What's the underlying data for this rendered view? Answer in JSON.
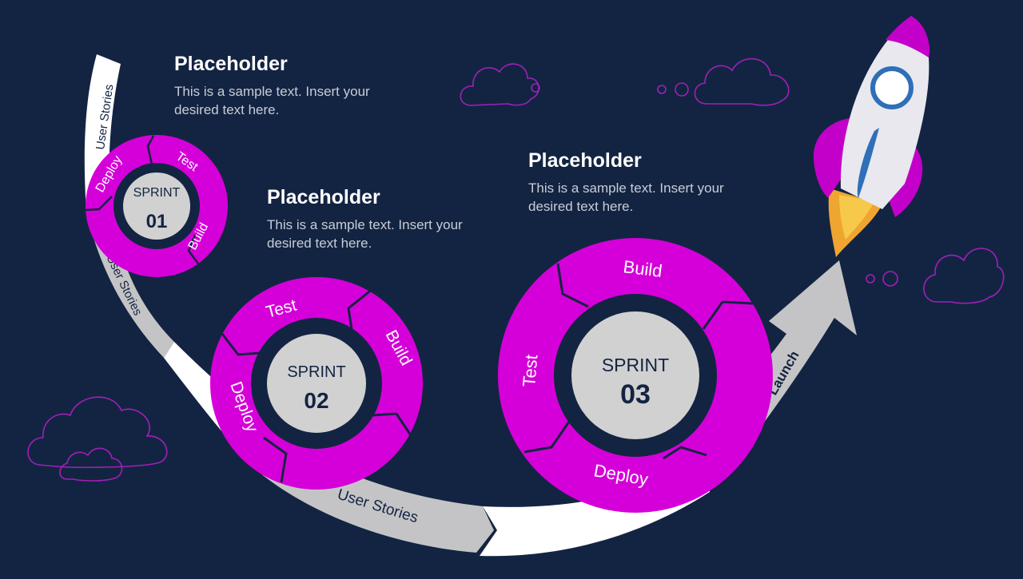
{
  "colors": {
    "background": "#132442",
    "magenta": "#d500d9",
    "arrow_gray": "#c4c4c6",
    "arrow_white": "#ffffff",
    "hub_gray": "#d1d1d1",
    "cloud_outline": "#a020b8",
    "rocket_body": "#e8e8ee",
    "rocket_fin": "#c300c9",
    "rocket_window": "#2f6fb8",
    "flame": "#f0a530"
  },
  "callouts": [
    {
      "title": "Placeholder",
      "body": "This is a sample text. Insert your desired text here."
    },
    {
      "title": "Placeholder",
      "body": "This is a sample text. Insert your desired text here."
    },
    {
      "title": "Placeholder",
      "body": "This is a sample text. Insert your desired text here."
    }
  ],
  "sprints": [
    {
      "label": "SPRINT",
      "number": "01",
      "phases": [
        "Deploy",
        "Test",
        "Build"
      ]
    },
    {
      "label": "SPRINT",
      "number": "02",
      "phases": [
        "Test",
        "Build",
        "Deploy"
      ]
    },
    {
      "label": "SPRINT",
      "number": "03",
      "phases": [
        "Build",
        "Test",
        "Deploy"
      ]
    }
  ],
  "path_labels": {
    "top": "User Stories",
    "left": "User Stories",
    "bottom": "User Stories",
    "launch": "Launch"
  },
  "icons": [
    "rocket-icon",
    "cloud-icon"
  ]
}
